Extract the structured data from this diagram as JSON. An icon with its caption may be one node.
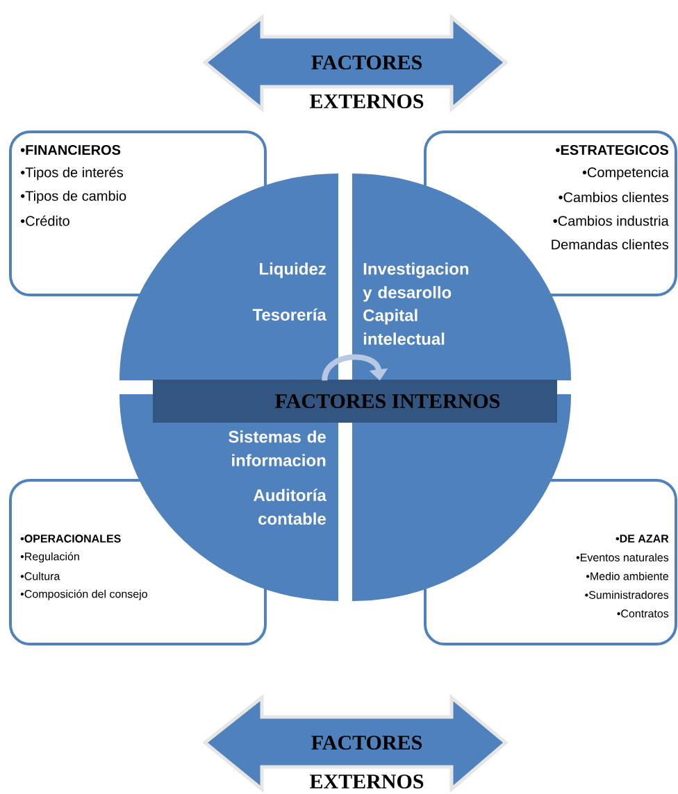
{
  "diagram": {
    "nodes": [
      {
        "text": [
          "FACTORES EXTERNOS"
        ]
      },
      {
        "text": [
          "•FINANCIEROS",
          "•Tipos de interés",
          "•Tipos de cambio",
          "•Crédito"
        ]
      },
      {
        "text": [
          "•ESTRATEGICOS",
          "•Competencia",
          "•Cambios clientes",
          "•Cambios industria",
          "Demandas clientes"
        ]
      },
      {
        "text": [
          "Liquidez",
          "Tesorería"
        ]
      },
      {
        "text": [
          "Investigacion y desarollo",
          "Capital intelectual"
        ]
      },
      {
        "text": [
          "Sistemas de informacion",
          "Auditoría contable"
        ]
      },
      {
        "text": [],
        "shape": "sector"
      },
      {
        "text": [
          "FACTORES INTERNOS"
        ]
      },
      {
        "text": [
          "•OPERACIONALES",
          "•Regulación",
          "•Cultura",
          "•Composición del consejo"
        ]
      },
      {
        "text": [
          "•DE AZAR",
          "•Eventos naturales",
          "•Medio ambiente",
          "•Suministradores",
          "•Contratos"
        ]
      },
      {
        "text": [
          "FACTORES EXTERNOS"
        ]
      }
    ],
    "edges": [
      {
        "from": 3,
        "to": 4,
        "arrow": "to"
      }
    ]
  }
}
